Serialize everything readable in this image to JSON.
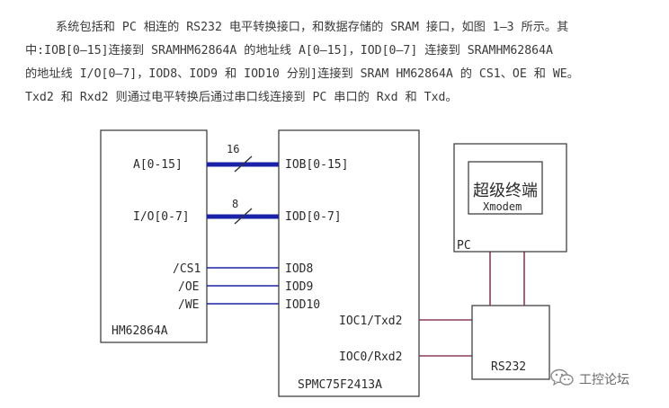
{
  "paragraph": {
    "line1": "系统包括和 PC 相连的 RS232 电平转换接口，和数据存储的 SRAM 接口，如图 1—3 所示。其",
    "line2": "中:IOB[0—15]连接到 SRAMHM62864A 的地址线 A[0—15]，IOD[0—7] 连接到 SRAMHM62864A",
    "line3": "的地址线 I/O[0—7]，IOD8、IOD9 和 IOD10 分别]连接到 SRAM HM62864A 的 CS1、OE 和 WE。",
    "line4": "Txd2 和 Rxd2 则通过电平转换后通过串口线连接到 PC 串口的 Rxd 和 Txd。"
  },
  "diagram": {
    "sram": {
      "name": "HM62864A",
      "pin_address": "A[0-15]",
      "pin_data": "I/O[0-7]",
      "pin_cs": "/CS1",
      "pin_oe": "/OE",
      "pin_we": "/WE"
    },
    "mcu": {
      "name": "SPMC75F2413A",
      "pin_iob": "IOB[0-15]",
      "pin_iod": "IOD[0-7]",
      "pin_iod8": "IOD8",
      "pin_iod9": "IOD9",
      "pin_iod10": "IOD10",
      "pin_txd2": "IOC1/Txd2",
      "pin_rxd2": "IOC0/Rxd2"
    },
    "bus_address_width": "16",
    "bus_data_width": "8",
    "pc": {
      "label": "PC",
      "screen_title": "超级终端",
      "screen_sub": "Xmodem"
    },
    "rs232": "RS232",
    "colors": {
      "bus": "#1a23a8",
      "serial": "#8a3a5a",
      "box": "#333333"
    }
  },
  "watermark": {
    "text": "工控论坛",
    "icon": "wechat-icon"
  }
}
